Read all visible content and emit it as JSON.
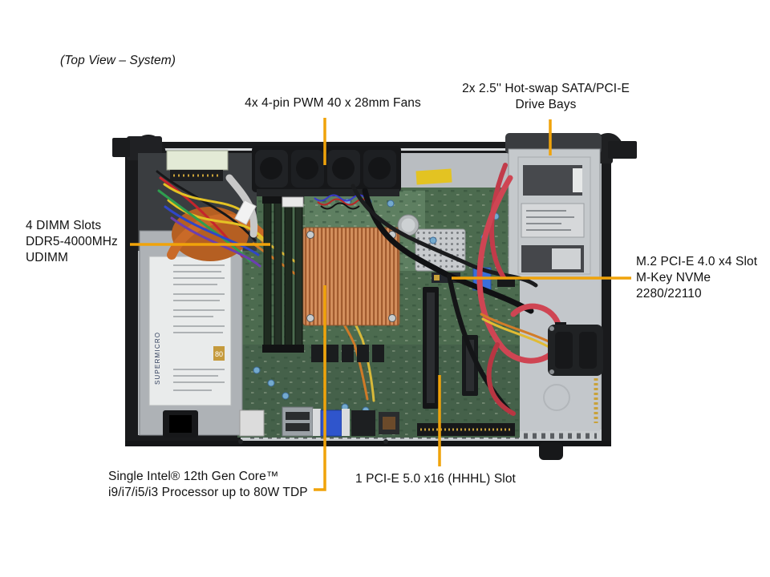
{
  "title": "(Top View – System)",
  "colors": {
    "leader_line": "#F0A30A",
    "chassis_black": "#1B1C1E",
    "floor_gray": "#B9BDC1",
    "board_green": "#4C6B4F",
    "copper_heatsink": "#C9824F",
    "sata_red": "#C9404E",
    "vga_blue": "#2F55CC"
  },
  "callouts": {
    "fans": {
      "lines": [
        "4x 4-pin PWM 40 x 28mm Fans"
      ]
    },
    "drive_bays": {
      "lines": [
        "2x 2.5'' Hot-swap SATA/PCI-E",
        "Drive Bays"
      ]
    },
    "dimm": {
      "lines": [
        "4 DIMM Slots",
        "DDR5-4000MHz",
        "UDIMM"
      ]
    },
    "m2": {
      "lines": [
        "M.2 PCI-E 4.0 x4 Slot",
        "M-Key NVMe",
        "2280/22110"
      ]
    },
    "cpu": {
      "lines": [
        "Single Intel® 12th Gen Core™",
        "i9/i7/i5/i3 Processor up to 80W TDP"
      ]
    },
    "pcie": {
      "lines": [
        "1 PCI-E 5.0 x16 (HHHL) Slot"
      ]
    }
  },
  "photo": {
    "psu_brand": "SUPERMICRO",
    "psu_badge": "80"
  }
}
